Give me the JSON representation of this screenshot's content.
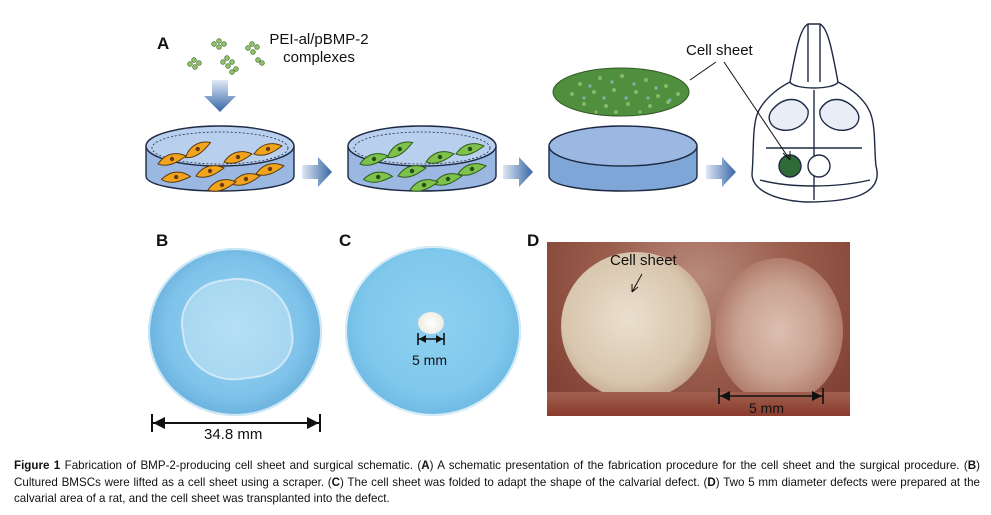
{
  "panels": {
    "A": {
      "letter": "A",
      "complex_label_line1": "PEI-al/pBMP-2",
      "complex_label_line2": "complexes",
      "cell_sheet_label": "Cell sheet"
    },
    "B": {
      "letter": "B",
      "scale_label": "34.8 mm"
    },
    "C": {
      "letter": "C",
      "scale_label": "5 mm"
    },
    "D": {
      "letter": "D",
      "cell_sheet_label": "Cell sheet",
      "scale_label": "5 mm"
    }
  },
  "colors": {
    "dish_fill": "#9ab8e2",
    "cell_orange": "#f2a51c",
    "cell_green": "#7cc24b",
    "arrow_blue": "#3565a6",
    "sheet_green": "#4f8f3e",
    "defect_green": "#2f6b36",
    "photo_blue": "#7fc8ec",
    "surgery_red": "#8a3b2d"
  },
  "caption": {
    "figure_label": "Figure 1",
    "intro": " Fabrication of BMP-2-producing cell sheet and surgical schematic. (",
    "a_ref": "A",
    "a_text": ") A schematic presentation of the fabrication procedure for the cell sheet and the surgical procedure. (",
    "b_ref": "B",
    "b_text": ") Cultured BMSCs were lifted as a cell sheet using a scraper. (",
    "c_ref": "C",
    "c_text": ") The cell sheet was folded to adapt the shape of the calvarial defect. (",
    "d_ref": "D",
    "d_text": ") Two 5 mm diameter defects were prepared at the calvarial area of a rat, and the cell sheet was transplanted into the defect."
  }
}
